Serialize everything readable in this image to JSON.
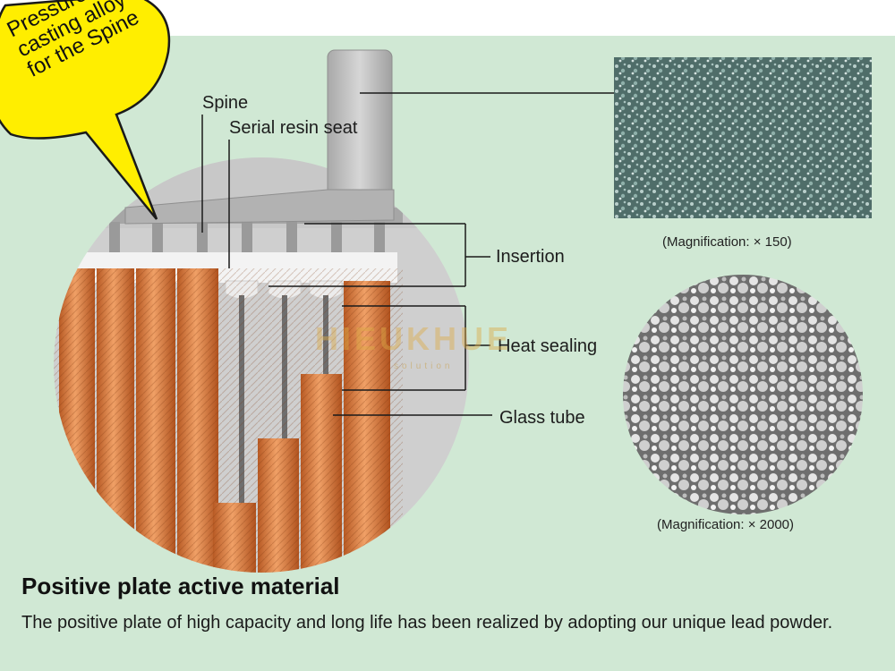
{
  "callout": {
    "lines": [
      "Pressure",
      "casting alloy",
      "for the Spine"
    ]
  },
  "labels": {
    "spine": "Spine",
    "serial_resin_seat": "Serial resin seat",
    "insertion": "Insertion",
    "heat_sealing": "Heat sealing",
    "glass_tube": "Glass tube"
  },
  "micrographs": {
    "top_caption": "(Magnification: × 150)",
    "bottom_caption": "(Magnification: × 2000)"
  },
  "watermark": {
    "title": "HIEUKHUE",
    "subtitle": "solution"
  },
  "section": {
    "heading": "Positive plate active material",
    "description": "The positive plate of high capacity and long life has been realized by adopting our unique lead powder."
  },
  "colors": {
    "panel_bg": "#d0e8d4",
    "callout_fill": "#ffee00",
    "tube_orange": "#d8783a",
    "resin_white": "#f2f2f2",
    "alloy_gray": "#b8b8b8"
  }
}
